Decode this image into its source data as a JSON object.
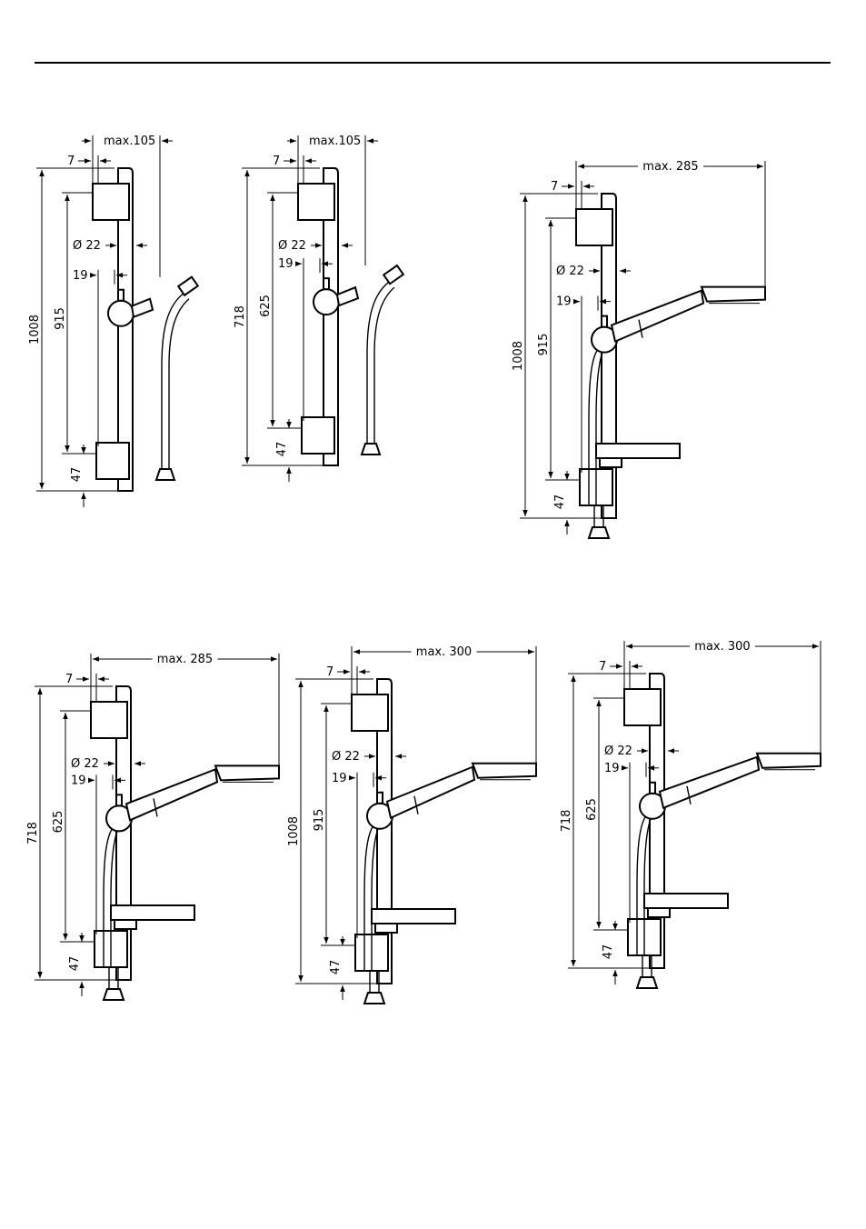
{
  "drawings": [
    {
      "id": "a",
      "type": "bar-hose",
      "height": "1008",
      "inner": "915",
      "max": "max.105",
      "d1": "7",
      "d2": "Ø 22",
      "d3": "19",
      "bottom": "47"
    },
    {
      "id": "b",
      "type": "bar-hose",
      "height": "718",
      "inner": "625",
      "max": "max.105",
      "d1": "7",
      "d2": "Ø 22",
      "d3": "19",
      "bottom": "47"
    },
    {
      "id": "c",
      "type": "bar-shower",
      "height": "1008",
      "inner": "915",
      "max": "max. 285",
      "d1": "7",
      "d2": "Ø 22",
      "d3": "19",
      "bottom": "47"
    },
    {
      "id": "d",
      "type": "bar-shower",
      "height": "718",
      "inner": "625",
      "max": "max. 285",
      "d1": "7",
      "d2": "Ø 22",
      "d3": "19",
      "bottom": "47"
    },
    {
      "id": "e",
      "type": "bar-shower",
      "height": "1008",
      "inner": "915",
      "max": "max. 300",
      "d1": "7",
      "d2": "Ø 22",
      "d3": "19",
      "bottom": "47"
    },
    {
      "id": "f",
      "type": "bar-shower",
      "height": "718",
      "inner": "625",
      "max": "max. 300",
      "d1": "7",
      "d2": "Ø 22",
      "d3": "19",
      "bottom": "47"
    }
  ]
}
